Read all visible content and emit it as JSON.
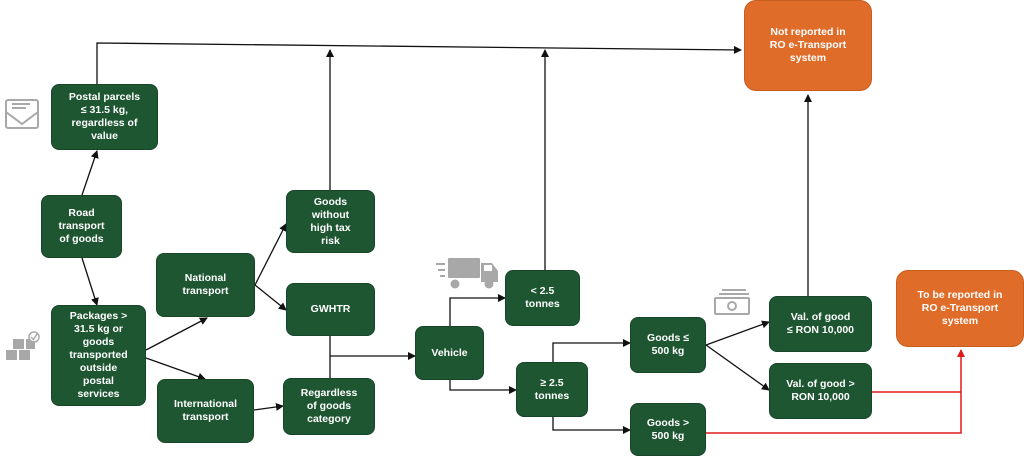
{
  "colors": {
    "box_green": "#1e5631",
    "box_orange": "#e06c2a",
    "arrow_black": "#111111",
    "arrow_red": "#e01b1b",
    "icon_gray": "#a8a8a8"
  },
  "nodes": {
    "postal_parcels": "Postal parcels\n≤ 31.5 kg,\nregardless of\nvalue",
    "road_transport": "Road\ntransport\nof goods",
    "packages": "Packages >\n31.5 kg  or\ngoods\ntransported\noutside\npostal\nservices",
    "national_transport": "National\ntransport",
    "international_transport": "International\ntransport",
    "goods_without_risk": "Goods\nwithout\nhigh tax\nrisk",
    "gwhtr": "GWHTR",
    "regardless_category": "Regardless\nof goods\ncategory",
    "vehicle": "Vehicle",
    "lt_2_5": "< 2.5\ntonnes",
    "ge_2_5": "≥ 2.5\ntonnes",
    "goods_le_500": "Goods ≤\n500 kg",
    "goods_gt_500": "Goods >\n500 kg",
    "val_le_10000": "Val. of good\n≤  RON 10,000",
    "val_gt_10000": "Val. of good >\nRON 10,000",
    "not_reported": "Not reported in\nRO e-Transport\nsystem",
    "to_be_reported": "To be reported in\nRO e-Transport\nsystem"
  },
  "icons": [
    "envelope-icon",
    "packages-icon",
    "truck-icon",
    "money-icon"
  ]
}
